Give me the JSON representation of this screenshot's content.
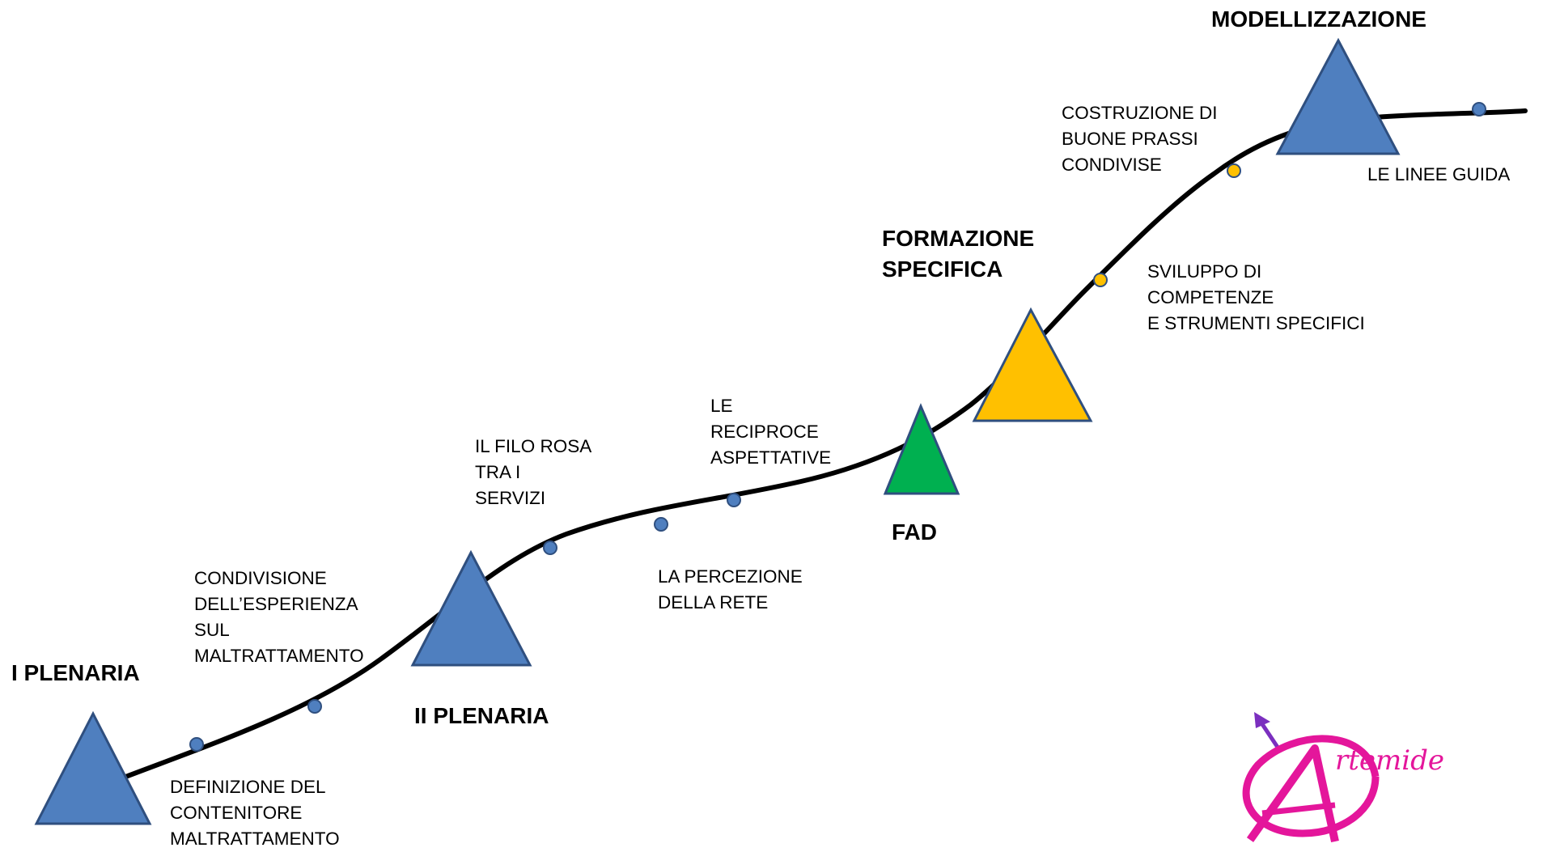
{
  "milestones": [
    {
      "id": "plenaria1",
      "title": "I PLENARIA",
      "color": "#4f7fbf"
    },
    {
      "id": "plenaria2",
      "title": "II PLENARIA",
      "color": "#4f7fbf"
    },
    {
      "id": "fad",
      "title": "FAD",
      "color": "#00b050"
    },
    {
      "id": "formazione",
      "title": "FORMAZIONE\nSPECIFICA",
      "color": "#ffc000"
    },
    {
      "id": "modellizzazione",
      "title": "MODELLIZZAZIONE",
      "color": "#4f7fbf"
    }
  ],
  "steps": [
    {
      "id": "definizione",
      "text": "DEFINIZIONE DEL\nCONTENITORE\nMALTRATTAMENTO",
      "dot_color": "#4f7fbf"
    },
    {
      "id": "condivisione",
      "text": "CONDIVISIONE\nDELL’ESPERIENZA\nSUL\nMALTRATTAMENTO",
      "dot_color": "#4f7fbf"
    },
    {
      "id": "filo-rosa",
      "text": "IL FILO ROSA\nTRA I\nSERVIZI",
      "dot_color": "#4f7fbf"
    },
    {
      "id": "percezione",
      "text": "LA PERCEZIONE\nDELLA RETE",
      "dot_color": "#4f7fbf"
    },
    {
      "id": "aspettative",
      "text": "LE\nRECIPROCE\nASPETTATIVE",
      "dot_color": "#4f7fbf"
    },
    {
      "id": "sviluppo",
      "text": "SVILUPPO DI\nCOMPETENZE\nE STRUMENTI SPECIFICI",
      "dot_color": "#ffc000"
    },
    {
      "id": "costruzione",
      "text": "COSTRUZIONE DI\nBUONE PRASSI\nCONDIVISE",
      "dot_color": "#ffc000"
    },
    {
      "id": "linee-guida",
      "text": "LE LINEE GUIDA",
      "dot_color": "#4f7fbf"
    }
  ],
  "logo": {
    "text": "rtemide",
    "letter": "A",
    "color": "#e4169b",
    "arrow_color": "#7b2fbf"
  },
  "colors": {
    "line": "#000000",
    "triangle_stroke": "#2f4f7f",
    "dot_stroke": "#2f4f7f"
  }
}
